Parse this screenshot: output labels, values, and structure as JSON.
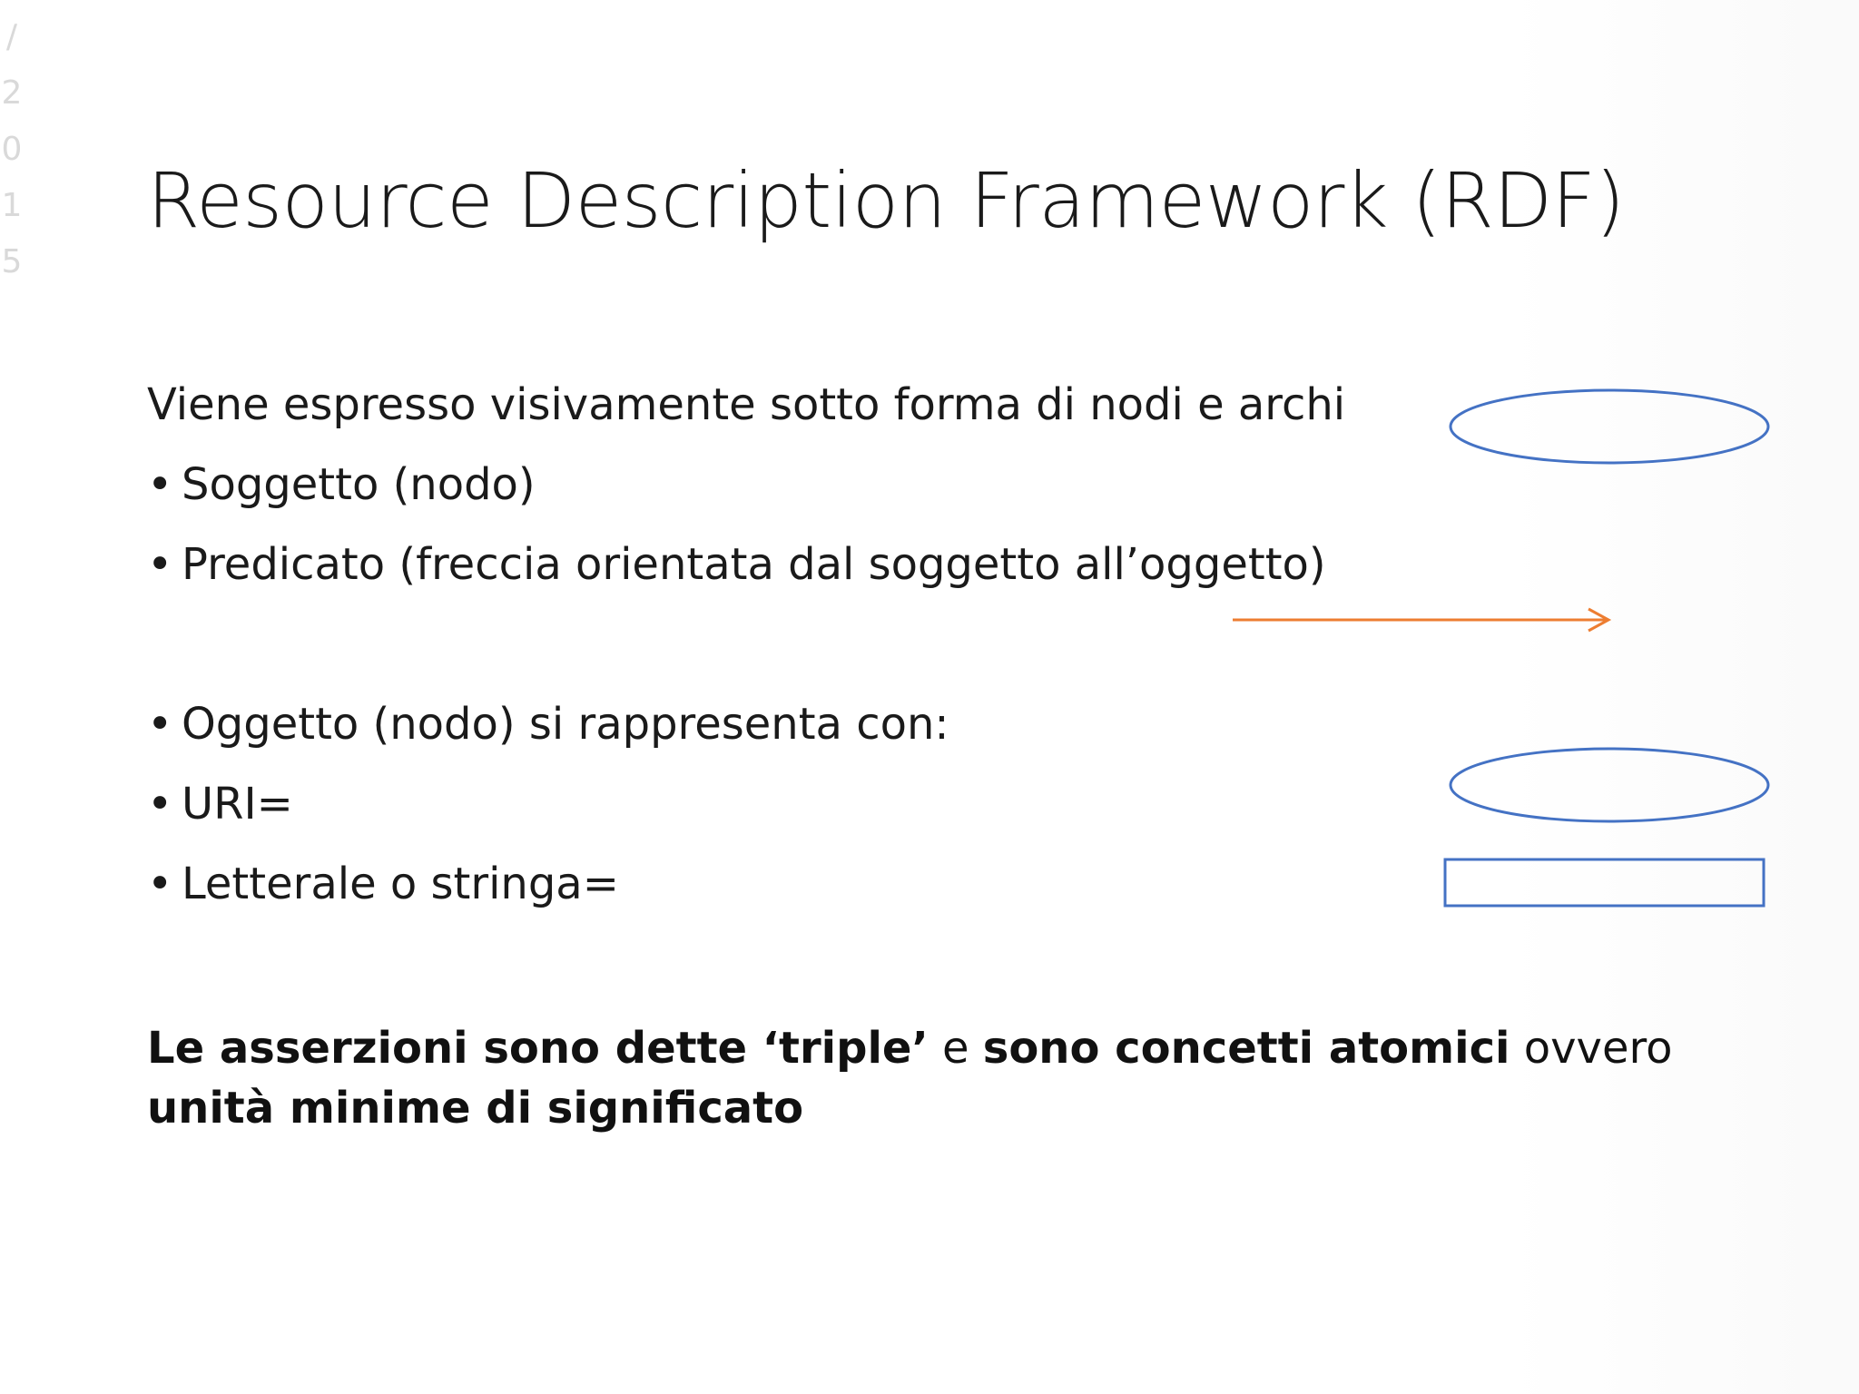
{
  "side_number": [
    "/",
    "2",
    "0",
    "1",
    "5"
  ],
  "title": "Resource Description Framework (RDF)",
  "intro": "Viene espresso visivamente sotto forma di nodi e archi",
  "bullets": [
    {
      "dot": "•",
      "text": "Soggetto (nodo)"
    },
    {
      "dot": "•",
      "text": "Predicato (freccia orientata dal soggetto all’oggetto)"
    },
    {
      "dot": "•",
      "text": "Oggetto  (nodo) si rappresenta con:"
    },
    {
      "dot": "•",
      "text": "URI="
    },
    {
      "dot": "•",
      "text": "Letterale o stringa="
    }
  ],
  "conclusion": {
    "part1": "Le asserzioni sono dette ‘triple’",
    "part2": " e ",
    "part3": "sono concetti atomici",
    "part4": " ovvero ",
    "part5": "unità minime di significato"
  },
  "colors": {
    "node_stroke": "#4472c4",
    "arrow_stroke": "#ed7d31"
  }
}
